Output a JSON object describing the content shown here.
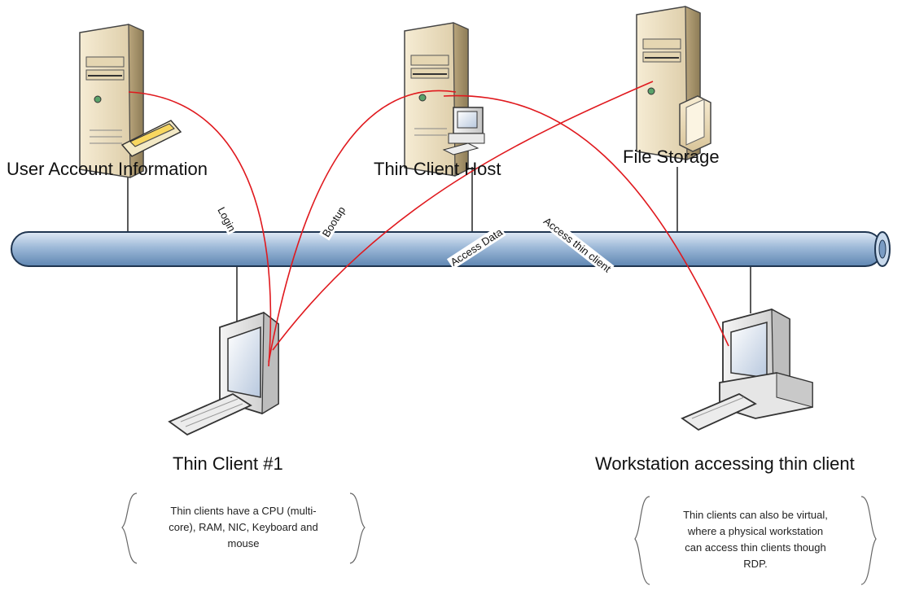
{
  "nodes": {
    "user_account": {
      "label": "User Account Information"
    },
    "thin_client_host": {
      "label": "Thin Client Host"
    },
    "file_storage": {
      "label": "File Storage"
    },
    "thin_client_1": {
      "label": "Thin Client #1"
    },
    "workstation": {
      "label": "Workstation accessing thin client"
    }
  },
  "links": {
    "login": "Login",
    "bootup": "Bootup",
    "access_data": "Access Data",
    "access_thin_client": "Access thin client"
  },
  "notes": {
    "thin_client_note": [
      "Thin clients have a CPU (multi-",
      "core), RAM, NIC, Keyboard and",
      "mouse"
    ],
    "workstation_note": [
      "Thin clients can also be virtual,",
      "where a physical workstation",
      "can access thin clients though",
      "RDP."
    ]
  },
  "colors": {
    "connection_line": "#e0191e",
    "network_bus": "#9db9d8",
    "bus_outline": "#1f3550"
  }
}
